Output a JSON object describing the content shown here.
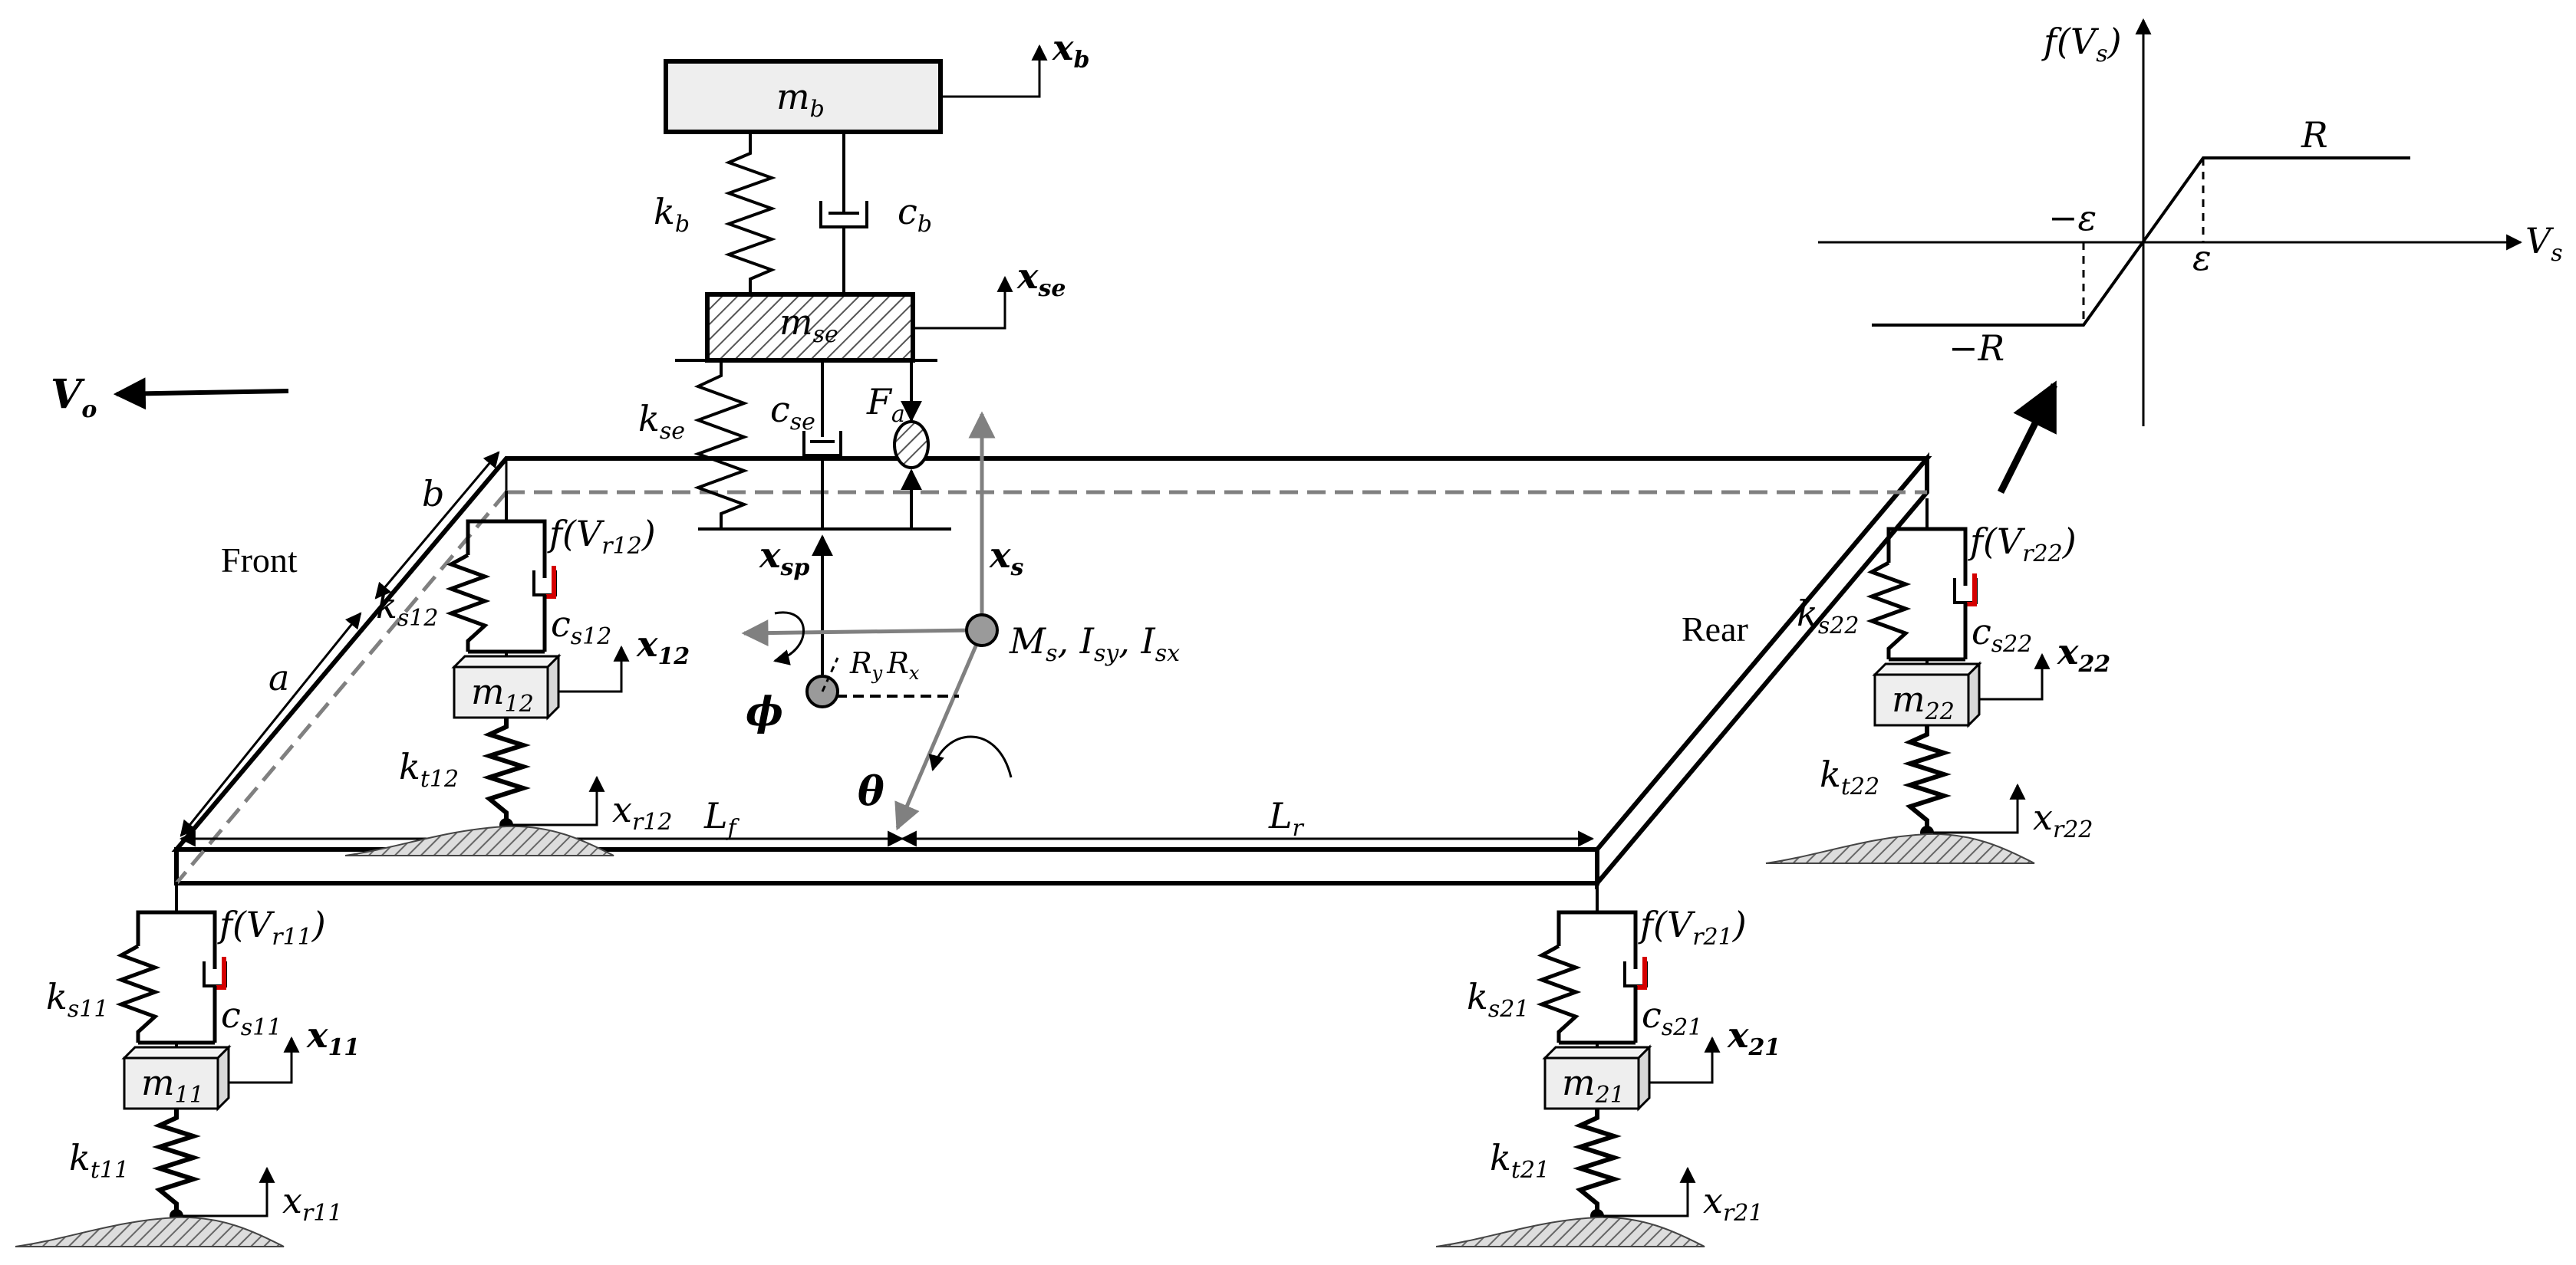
{
  "labels": {
    "mb": "m",
    "mb_sub": "b",
    "xb": "x",
    "xb_sub": "b",
    "kb": "k",
    "kb_sub": "b",
    "cb": "c",
    "cb_sub": "b",
    "mse": "m",
    "mse_sub": "se",
    "xse": "x",
    "xse_sub": "se",
    "kse": "k",
    "kse_sub": "se",
    "cse": "c",
    "cse_sub": "se",
    "Fa": "F",
    "Fa_sub": "a",
    "Vo": "V",
    "Vo_sub": "o",
    "b": "b",
    "a": "a",
    "front": "Front",
    "rear": "Rear",
    "xsp": "x",
    "xsp_sub": "sp",
    "xs": "x",
    "xs_sub": "s",
    "ms_inertia": "M",
    "ms_inertia_sub": "s",
    "isy": "I",
    "isy_sub": "sy",
    "isx": "I",
    "isx_sub": "sx",
    "ry": "R",
    "ry_sub": "y",
    "rx": "R",
    "rx_sub": "x",
    "phi": "ϕ",
    "theta": "θ",
    "lf": "L",
    "lf_sub": "f",
    "lr": "L",
    "lr_sub": "r",
    "f12": "f(V",
    "f12_sub": "r12",
    "f12_close": ")",
    "f11": "f(V",
    "f11_sub": "r11",
    "f11_close": ")",
    "f21": "f(V",
    "f21_sub": "r21",
    "f21_close": ")",
    "f22": "f(V",
    "f22_sub": "r22",
    "f22_close": ")",
    "ks12": "k",
    "ks12_sub": "s12",
    "cs12": "c",
    "cs12_sub": "s12",
    "m12": "m",
    "m12_sub": "12",
    "x12": "x",
    "x12_sub": "12",
    "kt12": "k",
    "kt12_sub": "t12",
    "xr12": "x",
    "xr12_sub": "r12",
    "ks11": "k",
    "ks11_sub": "s11",
    "cs11": "c",
    "cs11_sub": "s11",
    "m11": "m",
    "m11_sub": "11",
    "x11": "x",
    "x11_sub": "11",
    "kt11": "k",
    "kt11_sub": "t11",
    "xr11": "x",
    "xr11_sub": "r11",
    "ks21": "k",
    "ks21_sub": "s21",
    "cs21": "c",
    "cs21_sub": "s21",
    "m21": "m",
    "m21_sub": "21",
    "x21": "x",
    "x21_sub": "21",
    "kt21": "k",
    "kt21_sub": "t21",
    "xr21": "x",
    "xr21_sub": "r21",
    "ks22": "k",
    "ks22_sub": "s22",
    "cs22": "c",
    "cs22_sub": "s22",
    "m22": "m",
    "m22_sub": "22",
    "x22": "x",
    "x22_sub": "22",
    "kt22": "k",
    "kt22_sub": "t22",
    "xr22": "x",
    "xr22_sub": "r22"
  },
  "inset": {
    "ylabel": "f(V",
    "ylabel_sub": "s",
    "ylabel_close": ")",
    "xlabel": "V",
    "xlabel_sub": "s",
    "R": "R",
    "negR": "−R",
    "eps": "ε",
    "negEps": "−ε"
  },
  "colors": {
    "line": "#000000",
    "gray": "#808080",
    "damper_accent": "#d40000",
    "box_fill": "#eeeeee",
    "hatch": "#555555"
  }
}
